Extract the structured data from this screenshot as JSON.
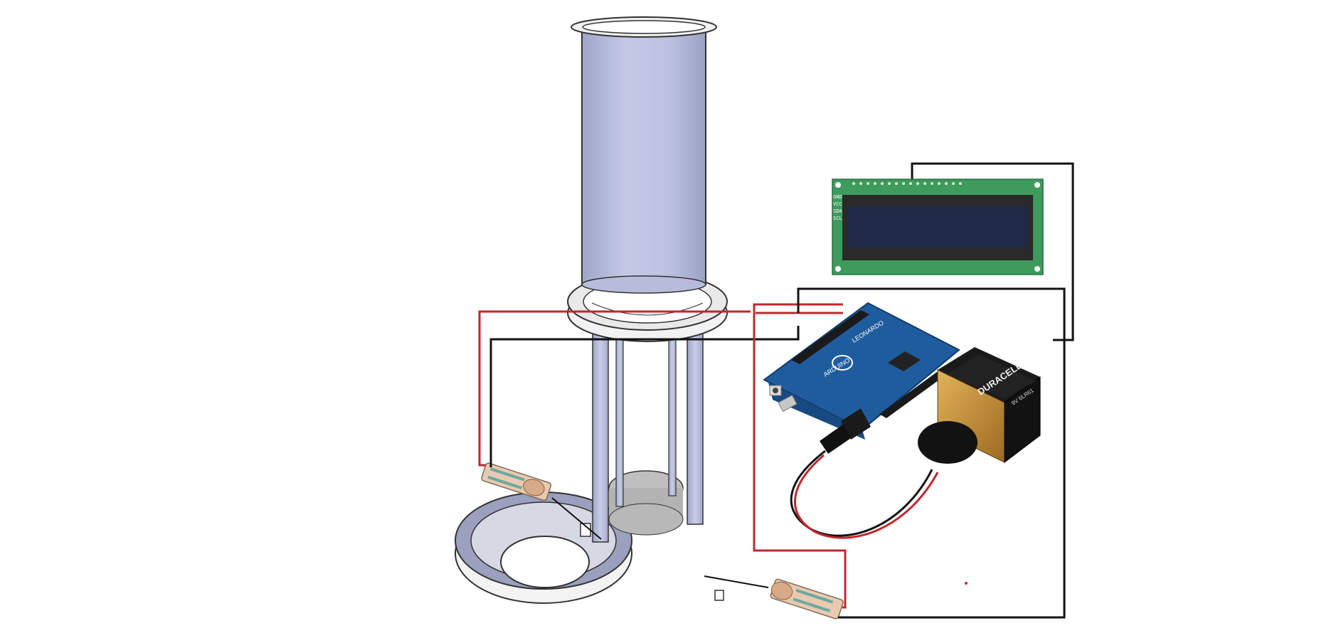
{
  "lcd": {
    "pins": [
      "GND",
      "VCC",
      "SDA",
      "SCL"
    ]
  },
  "arduino": {
    "brand_text": "ARDUINO",
    "model_text": "LEONARDO"
  },
  "battery": {
    "brand_text": "DURACELL",
    "voltage_text": "9V 6LR61"
  },
  "colors": {
    "wire_red": "#c0282d",
    "wire_black": "#111111",
    "tube": "#bcc2e0",
    "lcd_pcb": "#3f9a5d",
    "lcd_screen": "#1e2a48",
    "board": "#1f5c9e",
    "sensor": "#e9c9b0"
  }
}
